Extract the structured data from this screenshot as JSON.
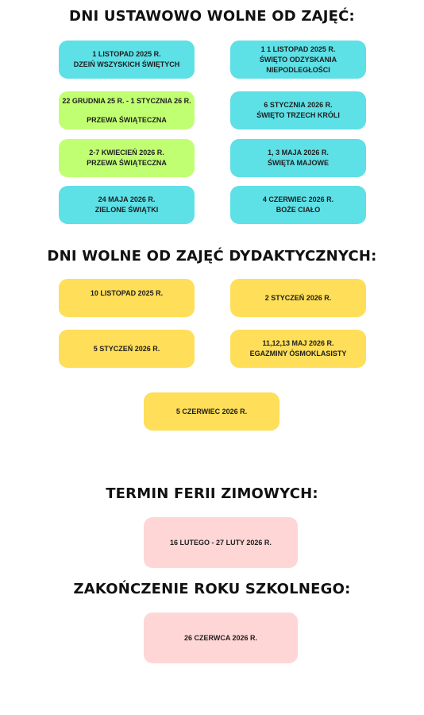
{
  "sections": {
    "holidays": {
      "title": "DNI USTAWOWO WOLNE OD ZAJĘĆ:",
      "cards": [
        {
          "lines": [
            "1 LISTOPAD 2025 R.",
            "DZEIŃ WSZYSKICH ŚWIĘTYCH"
          ]
        },
        {
          "lines": [
            "1 1 LISTOPAD 2025 R.",
            "ŚWIĘTO ODZYSKANIA",
            "NIEPODLEGŁOŚCI"
          ]
        },
        {
          "lines": [
            "22 GRUDNIA 25 R. - 1 STYCZNIA 26 R.",
            "PRZEWA ŚWIĄTECZNA"
          ]
        },
        {
          "lines": [
            "6 STYCZNIA 2026 R.",
            "ŚWIĘTO TRZECH KRÓLI"
          ]
        },
        {
          "lines": [
            "2-7 KWIECIEŃ 2026 R.",
            "PRZEWA ŚWIĄTECZNA"
          ]
        },
        {
          "lines": [
            "1, 3 MAJA 2026 R.",
            "ŚWIĘTA MAJOWE"
          ]
        },
        {
          "lines": [
            "24 MAJA 2026 R.",
            "ZIELONE ŚWIĄTKI"
          ]
        },
        {
          "lines": [
            "4 CZERWIEC 2026 R.",
            "BOŻE CIAŁO"
          ]
        }
      ]
    },
    "didactic": {
      "title": "DNI WOLNE OD ZAJĘĆ DYDAKTYCZNYCH:",
      "cards": [
        {
          "lines": [
            "10 LISTOPAD 2025 R."
          ]
        },
        {
          "lines": [
            "2 STYCZEŃ 2026 R."
          ]
        },
        {
          "lines": [
            "5 STYCZEŃ 2026 R."
          ]
        },
        {
          "lines": [
            "11,12,13 MAJ 2026 R.",
            "EGAZMINY ÓSMOKLASISTY"
          ]
        },
        {
          "lines": [
            "5 CZERWIEC 2026 R."
          ]
        }
      ]
    },
    "winter": {
      "title": "TERMIN FERII ZIMOWYCH:",
      "cards": [
        {
          "lines": [
            "16 LUTEGO - 27 LUTY 2026 R."
          ]
        }
      ]
    },
    "end": {
      "title": "ZAKOŃCZENIE ROKU SZKOLNEGO:",
      "cards": [
        {
          "lines": [
            "26 CZERWCA 2026 R."
          ]
        }
      ]
    }
  },
  "colors": {
    "cyan": "#5de0e6",
    "lime": "#c1ff72",
    "yellow": "#ffde59",
    "pink": "#ffd6d6",
    "text": "#1e1e1e"
  }
}
